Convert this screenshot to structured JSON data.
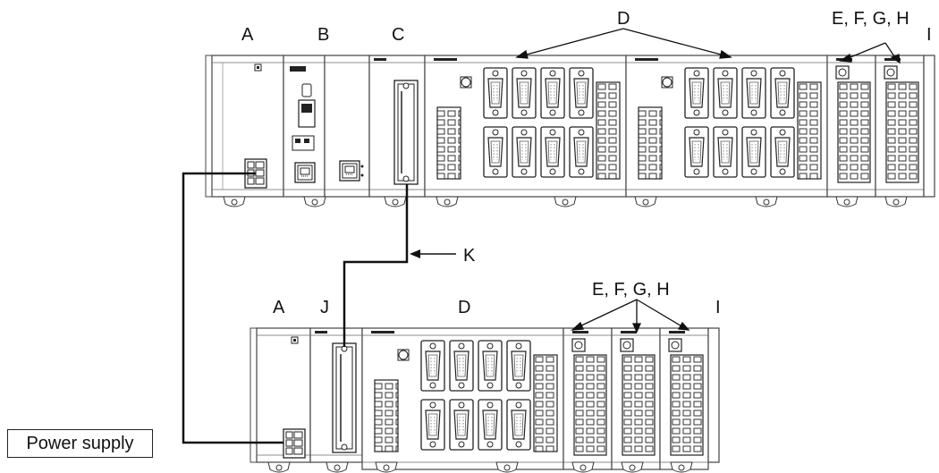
{
  "labels": {
    "A": "A",
    "B": "B",
    "C": "C",
    "D": "D",
    "EFGH": "E, F, G, H",
    "I": "I",
    "J": "J",
    "K": "K"
  },
  "power_supply": "Power supply",
  "colors": {
    "line": "#111111",
    "housing_edge": "#555555",
    "housing_fill": "#ffffff"
  }
}
